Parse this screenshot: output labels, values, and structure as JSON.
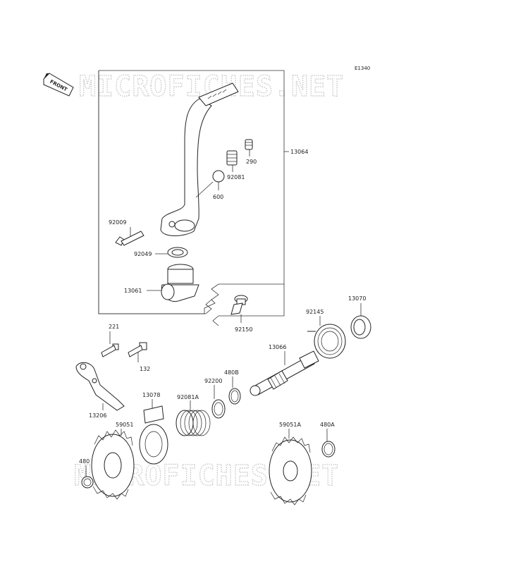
{
  "diagram_code": "E1340",
  "front_badge": "FRONT",
  "watermark": "MICROFICHES.NET",
  "parts": {
    "p13064": "13064",
    "p290": "290",
    "p92081": "92081",
    "p600": "600",
    "p92009": "92009",
    "p92049": "92049",
    "p13061": "13061",
    "p92150": "92150",
    "p92145": "92145",
    "p13070": "13070",
    "p221": "221",
    "p132": "132",
    "p13066": "13066",
    "p480B": "480B",
    "p92200": "92200",
    "p92081A": "92081A",
    "p13078": "13078",
    "p13206": "13206",
    "p59051": "59051",
    "p59051A": "59051A",
    "p480A": "480A",
    "p480": "480"
  }
}
